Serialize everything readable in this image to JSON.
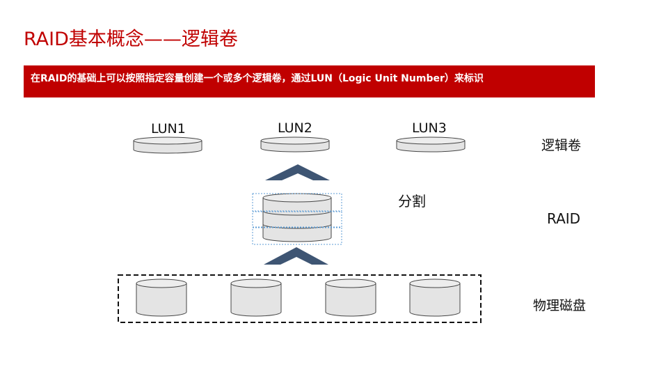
{
  "title": "RAID基本概念——逻辑卷",
  "banner": {
    "text": "在RAID的基础上可以按照指定容量创建一个或多个逻辑卷，通过LUN（Logic Unit Number）来标识"
  },
  "luns": [
    "LUN1",
    "LUN2",
    "LUN3"
  ],
  "split_label": "分割",
  "layers": {
    "logical": "逻辑卷",
    "raid": "RAID",
    "physical": "物理磁盘"
  },
  "colors": {
    "accent": "#c00000",
    "arrow": "#3e5573",
    "disk_fill": "#e4e4e4",
    "disk_stroke": "#444444",
    "dashed_box": "#5b9bd5"
  },
  "physical_disk_count": 4
}
